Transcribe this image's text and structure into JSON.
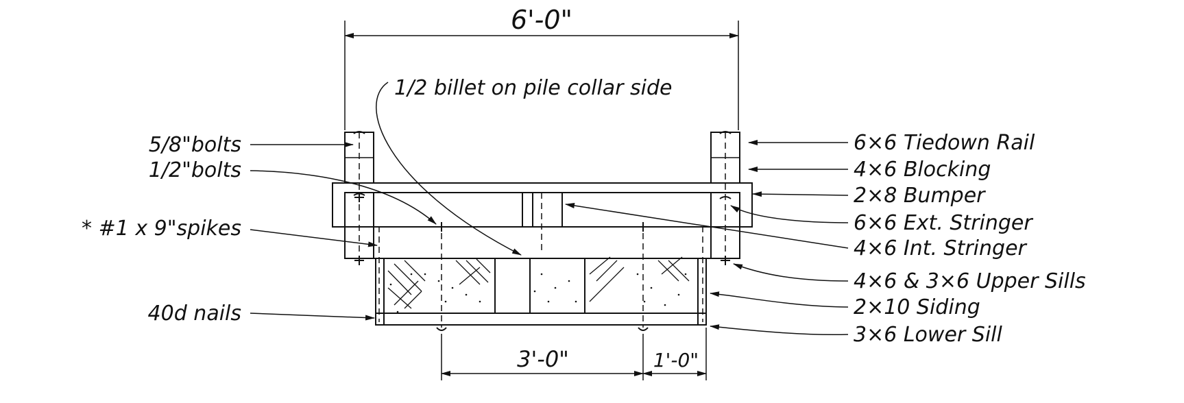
{
  "dimensions": {
    "overall_width": "6'-0\"",
    "bolt_spacing": "3'-0\"",
    "end_spacing": "1'-0\""
  },
  "callouts": {
    "billet": "1/2 billet on pile collar side",
    "bolts_5_8": "5/8\"bolts",
    "bolts_1_2": "1/2\"bolts",
    "spikes": "* #1 x 9\"spikes",
    "nails": "40d nails"
  },
  "members": [
    "6×6 Tiedown Rail",
    "4×6 Blocking",
    "2×8 Bumper",
    "6×6 Ext. Stringer",
    "4×6 Int. Stringer",
    "4×6 & 3×6 Upper Sills",
    "2×10 Siding",
    "3×6 Lower Sill"
  ]
}
